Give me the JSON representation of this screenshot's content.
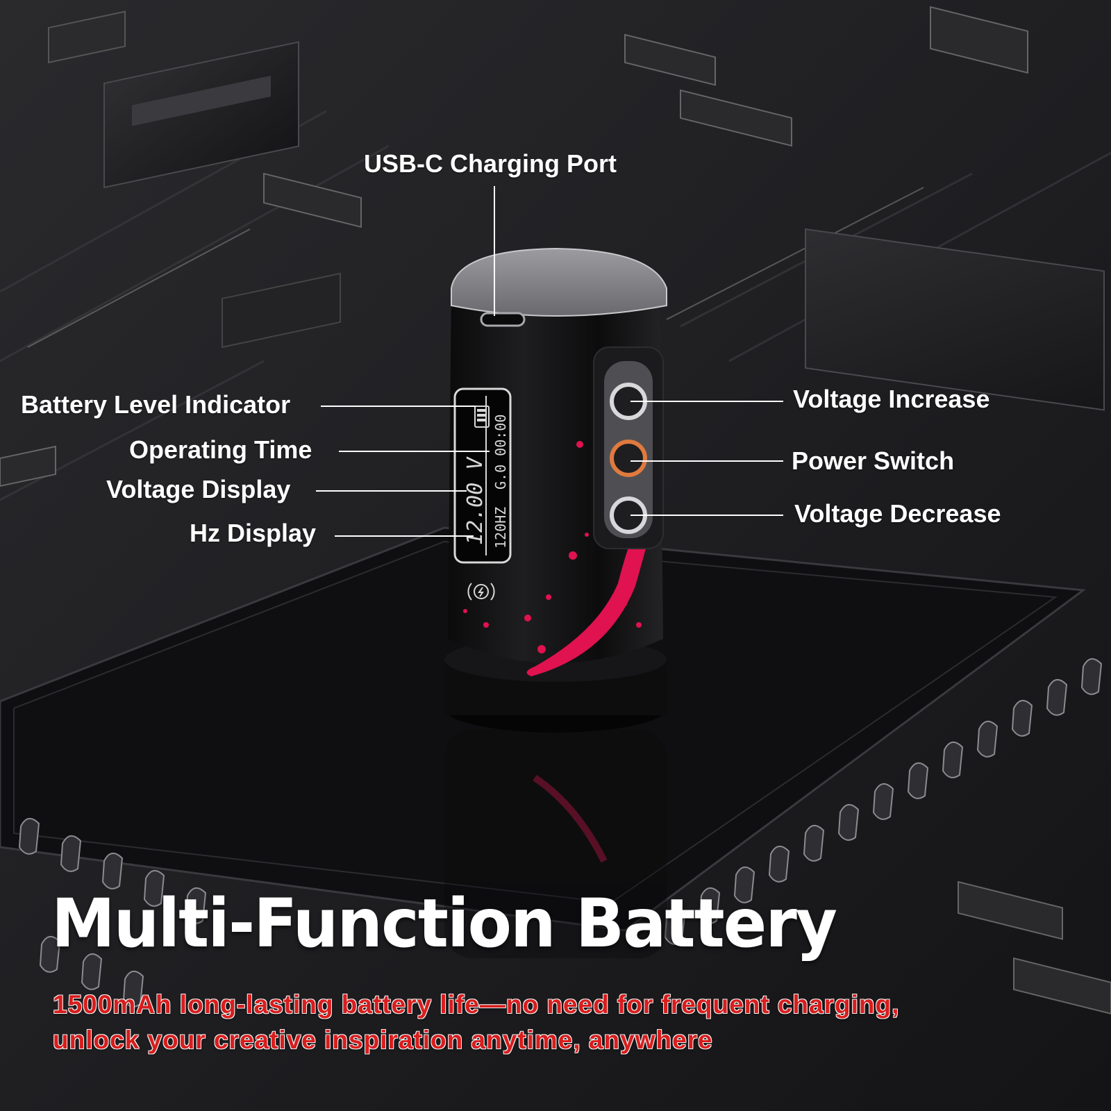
{
  "headline": "Multi-Function Battery",
  "subtitle": {
    "line1": "1500mAh long-lasting battery life—no need for frequent charging,",
    "line2": "unlock your creative inspiration anytime, anywhere"
  },
  "callouts": {
    "usb_port": "USB-C Charging Port",
    "battery_level": "Battery Level Indicator",
    "operating_time": "Operating Time",
    "voltage_display": "Voltage Display",
    "hz_display": "Hz Display",
    "voltage_increase": "Voltage Increase",
    "power_switch": "Power Switch",
    "voltage_decrease": "Voltage Decrease"
  },
  "device_screen": {
    "voltage": "12.00 V",
    "hz": "120HZ",
    "time": "G.0 00:00"
  },
  "colors": {
    "background": "#1a1a1c",
    "accent_red": "#d81d1d",
    "splatter_pink": "#e0124f",
    "power_ring": "#e07a3e"
  },
  "icons": [
    "wireless-charging-icon",
    "battery-icon"
  ]
}
